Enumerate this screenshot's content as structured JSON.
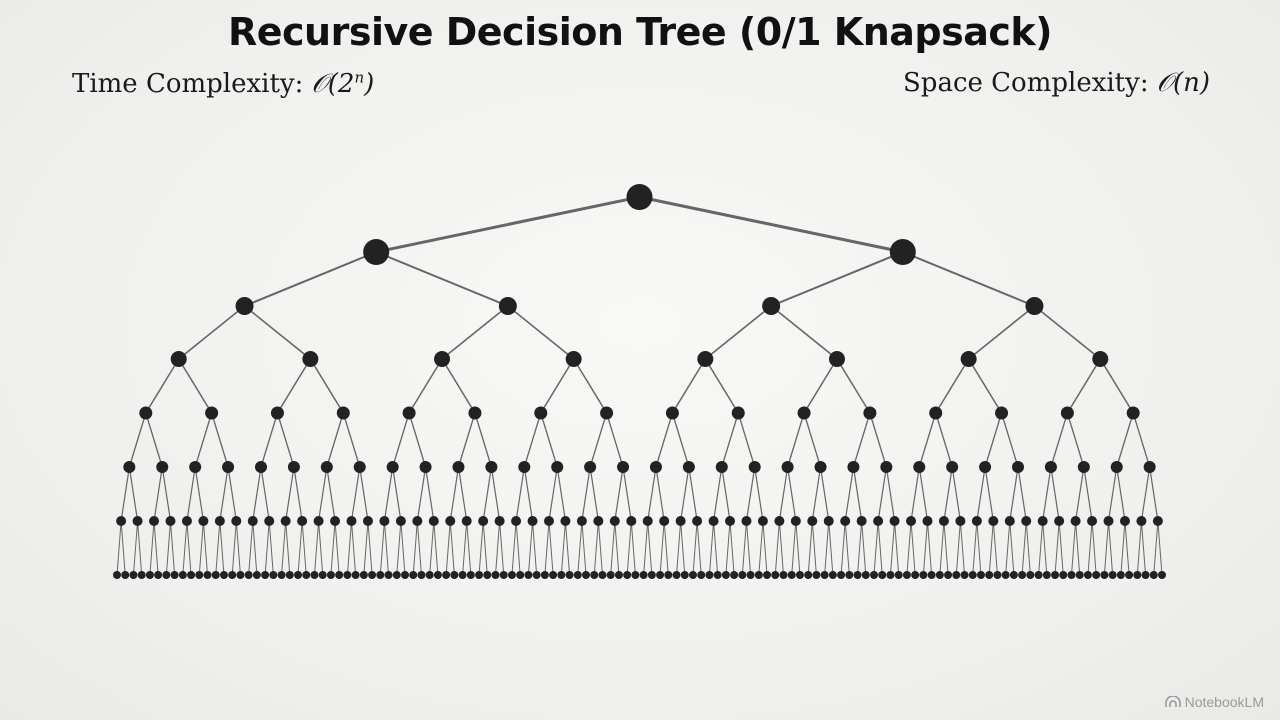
{
  "title": "Recursive Decision Tree (0/1 Knapsack)",
  "time_complexity": {
    "label": "Time Complexity:",
    "big_o": "𝒪(2",
    "exponent": "n",
    "close": ")"
  },
  "space_complexity": {
    "label": "Space Complexity:",
    "big_o": "𝒪(n)"
  },
  "tree": {
    "depth": 8,
    "branching": 2,
    "node_color": "#222222",
    "edge_color": "#666666"
  },
  "brand": {
    "name": "NotebookLM",
    "icon": "notebooklm-icon"
  }
}
